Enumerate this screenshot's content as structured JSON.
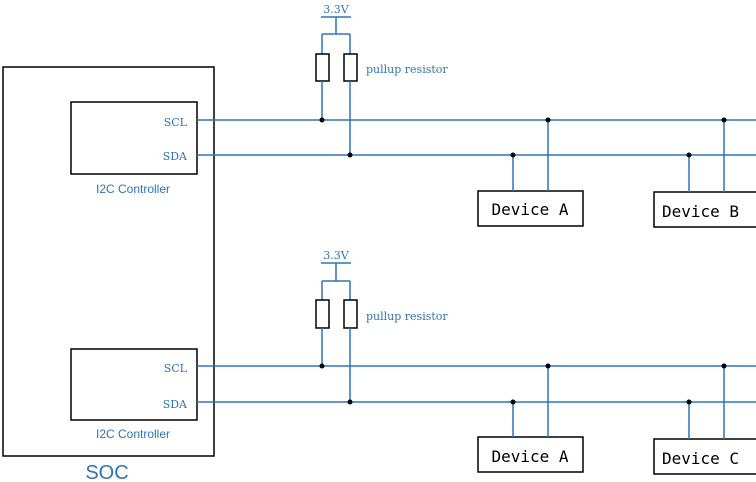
{
  "soc": {
    "label": "SOC"
  },
  "bus1": {
    "controller_label": "I2C Controller",
    "scl_label": "SCL",
    "sda_label": "SDA",
    "voltage": "3.3V",
    "pullup_label": "pullup resistor",
    "devices": [
      "Device A",
      "Device B"
    ]
  },
  "bus2": {
    "controller_label": "I2C Controller",
    "scl_label": "SCL",
    "sda_label": "SDA",
    "voltage": "3.3V",
    "pullup_label": "pullup resistor",
    "devices": [
      "Device A",
      "Device C"
    ]
  },
  "colors": {
    "wire": "#2e75b6",
    "box": "#000000",
    "text_blue": "#2e75b6"
  }
}
